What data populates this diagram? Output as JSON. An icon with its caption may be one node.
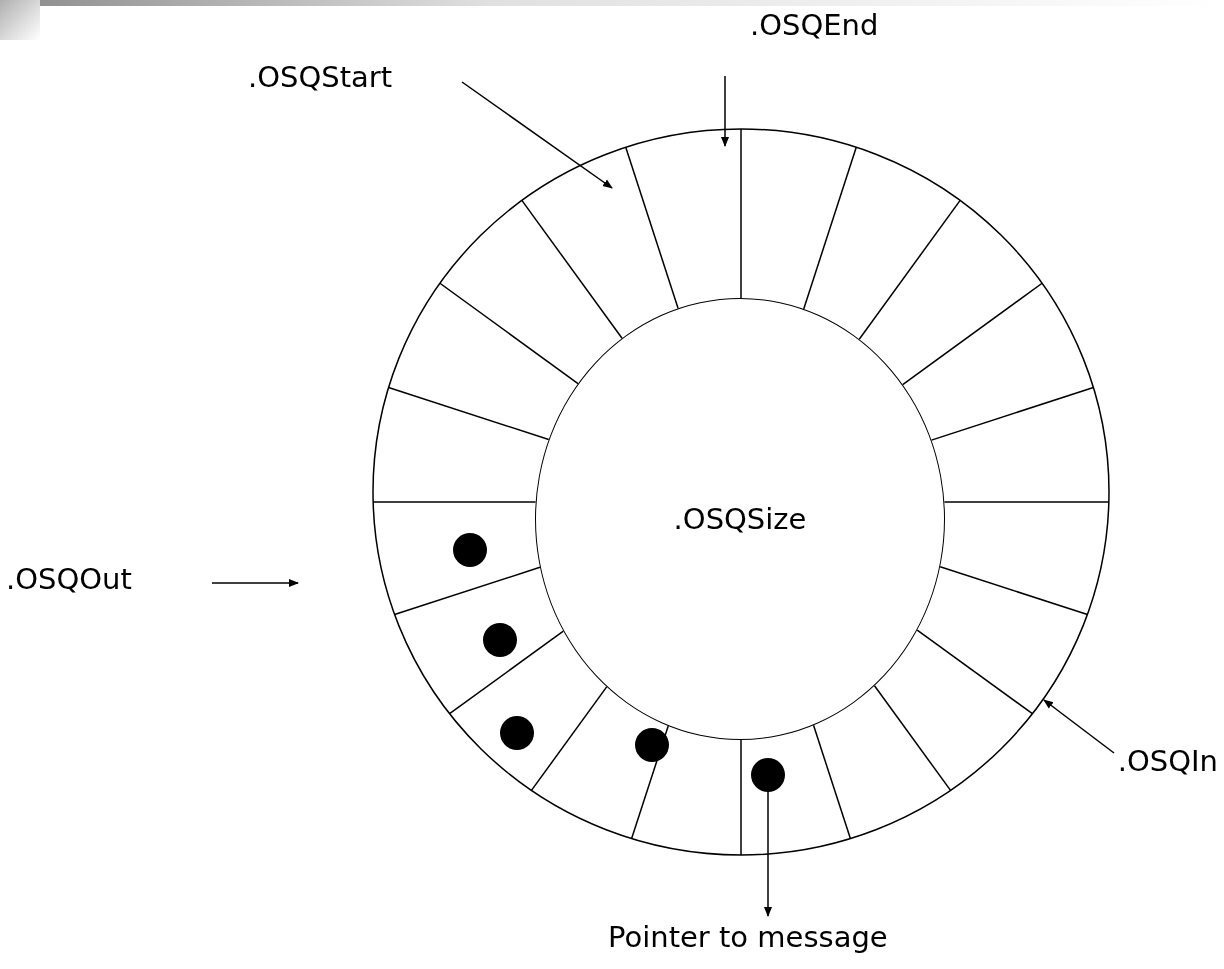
{
  "diagram": {
    "nodes": [
      {
        "text": [],
        "shape": "circle"
      },
      {
        "text": [
          ".OSQSize"
        ],
        "in": 0
      },
      {
        "text": [],
        "shape": "circle",
        "in": 0
      },
      {
        "text": [],
        "shape": "circle",
        "in": 0
      },
      {
        "text": [],
        "shape": "circle",
        "in": 0
      },
      {
        "text": [],
        "shape": "circle",
        "in": 0
      },
      {
        "text": [],
        "shape": "circle",
        "in": 0
      },
      {
        "text": [
          ".OSQEnd"
        ]
      },
      {
        "text": [
          ".OSQStart"
        ]
      },
      {
        "text": [
          ".OSQOut"
        ]
      },
      {
        "text": [
          ".OSQIn"
        ]
      },
      {
        "text": [
          "Pointer to message"
        ]
      }
    ],
    "edges": [
      {
        "from": 7,
        "to": 0,
        "arrow": "to"
      },
      {
        "from": 8,
        "to": 0,
        "arrow": "to"
      },
      {
        "from": 9,
        "to": 0,
        "arrow": "to"
      },
      {
        "from": 10,
        "to": 0,
        "arrow": "to"
      },
      {
        "from": 6,
        "to": 11,
        "arrow": "to"
      }
    ]
  }
}
